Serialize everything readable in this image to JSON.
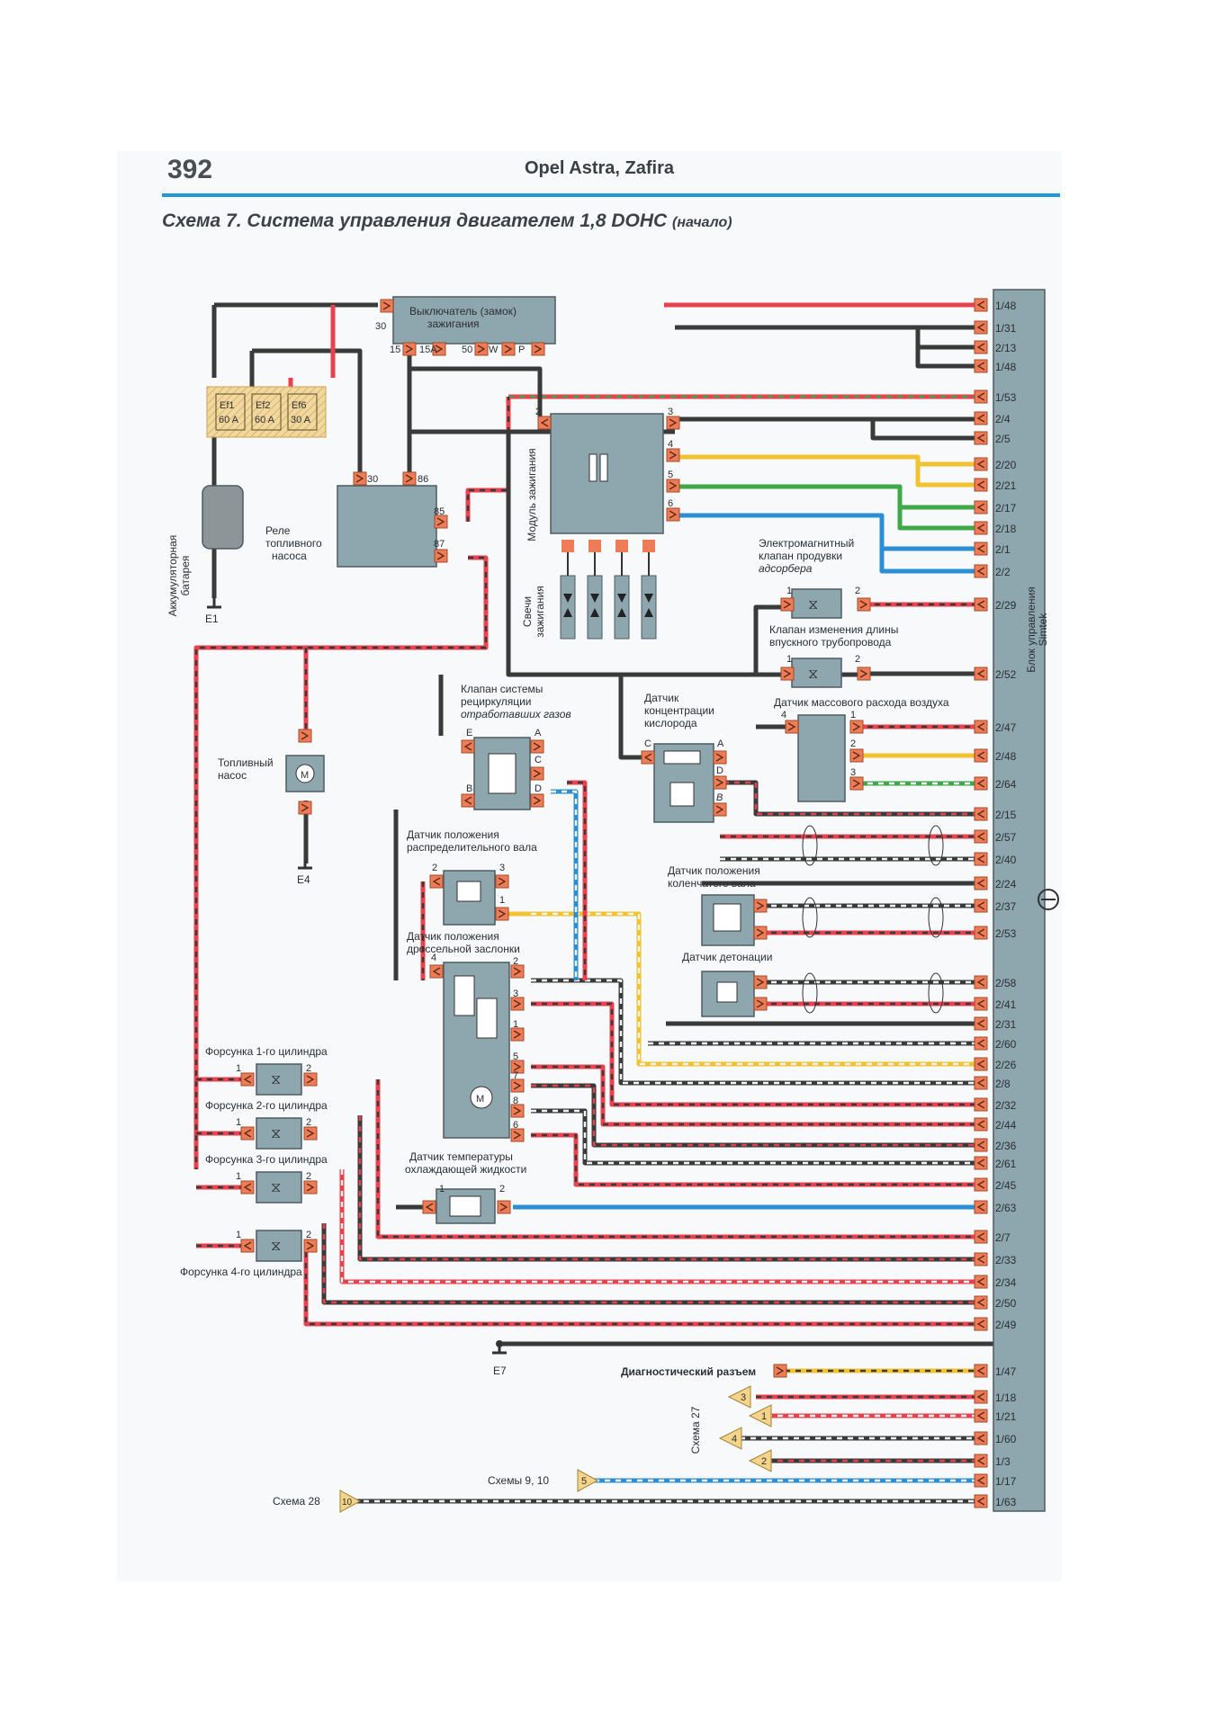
{
  "header": {
    "page_number": "392",
    "book_title": "Opel Astra, Zafira",
    "diagram_title": "Схема 7. Система управления двигателем 1,8 DOHC",
    "diagram_title_suffix": "(начало)"
  },
  "ecu": {
    "label_line1": "Блок управления",
    "label_line2": "Simtek",
    "pins": [
      "1/48",
      "1/31",
      "2/13",
      "1/48",
      "1/53",
      "2/4",
      "2/5",
      "2/20",
      "2/21",
      "2/17",
      "2/18",
      "2/1",
      "2/2",
      "2/29",
      "2/52",
      "2/47",
      "2/48",
      "2/64",
      "2/15",
      "2/57",
      "2/40",
      "2/24",
      "2/37",
      "2/53",
      "2/58",
      "2/41",
      "2/31",
      "2/60",
      "2/26",
      "2/8",
      "2/32",
      "2/44",
      "2/36",
      "2/61",
      "2/45",
      "2/63",
      "2/7",
      "2/33",
      "2/34",
      "2/50",
      "2/49",
      "1/47",
      "1/18",
      "1/21",
      "1/60",
      "1/3",
      "1/17",
      "1/63"
    ]
  },
  "components": {
    "ignition_switch": {
      "line1": "Выключатель (замок)",
      "line2": "зажигания",
      "pin_30": "30",
      "pins": [
        "15",
        "15A",
        "50",
        "W",
        "P"
      ]
    },
    "fuses": [
      {
        "id": "Ef1",
        "rating": "60 A"
      },
      {
        "id": "Ef2",
        "rating": "60 A"
      },
      {
        "id": "Ef6",
        "rating": "30 A"
      }
    ],
    "battery": {
      "line1": "Аккумуляторная",
      "line2": "батарея",
      "ground": "E1"
    },
    "fuel_pump_relay": {
      "line1": "Реле",
      "line2": "топливного",
      "line3": "насоса",
      "pins": [
        "30",
        "86",
        "85",
        "87"
      ]
    },
    "ignition_module": {
      "label": "Модуль зажигания",
      "pins": [
        "2",
        "3",
        "4",
        "5",
        "6"
      ]
    },
    "spark_plugs": {
      "line1": "Свечи",
      "line2": "зажигания"
    },
    "fuel_pump": {
      "line1": "Топливный",
      "line2": "насос",
      "ground": "E4"
    },
    "canister_valve": {
      "line1": "Электромагнитный",
      "line2": "клапан продувки",
      "line3": "адсорбера",
      "pins": [
        "1",
        "2"
      ]
    },
    "intake_valve": {
      "line1": "Клапан изменения длины",
      "line2": "впускного трубопровода",
      "pins": [
        "1",
        "2"
      ]
    },
    "maf_sensor": {
      "label": "Датчик массового расхода воздуха",
      "pins": [
        "4",
        "1",
        "2",
        "3"
      ]
    },
    "egr_valve": {
      "line1": "Клапан системы",
      "line2": "рециркуляции",
      "line3": "отработавших газов",
      "pins": [
        "E",
        "A",
        "C",
        "B",
        "D"
      ]
    },
    "oxygen_sensor": {
      "line1": "Датчик",
      "line2": "концентрации",
      "line3": "кислорода",
      "pins": [
        "C",
        "A",
        "D",
        "B"
      ]
    },
    "cam_sensor": {
      "line1": "Датчик положения",
      "line2": "распределительного вала",
      "pins": [
        "2",
        "3",
        "1"
      ]
    },
    "crank_sensor": {
      "line1": "Датчик положения",
      "line2": "коленчатого вала"
    },
    "throttle_sensor": {
      "line1": "Датчик положения",
      "line2": "дроссельной заслонки",
      "pins": [
        "4",
        "2",
        "3",
        "1",
        "5",
        "7",
        "8",
        "6"
      ]
    },
    "knock_sensor": {
      "label": "Датчик детонации"
    },
    "coolant_sensor": {
      "line1": "Датчик температуры",
      "line2": "охлаждающей жидкости",
      "pins": [
        "1",
        "2"
      ]
    },
    "injectors": [
      {
        "label": "Форсунка 1-го цилиндра",
        "pins": [
          "1",
          "2"
        ]
      },
      {
        "label": "Форсунка 2-го цилиндра",
        "pins": [
          "1",
          "2"
        ]
      },
      {
        "label": "Форсунка 3-го цилиндра",
        "pins": [
          "1",
          "2"
        ]
      },
      {
        "label": "Форсунка 4-го цилиндра",
        "pins": [
          "1",
          "2"
        ]
      }
    ],
    "ground_e7": "E7",
    "diagnostic_connector": "Диагностический разъем",
    "scheme27": {
      "label": "Схема 27",
      "pins": [
        "3",
        "1",
        "4",
        "2"
      ]
    },
    "scheme9_10": {
      "label": "Схемы  9, 10",
      "pin": "5"
    },
    "scheme28": {
      "label": "Схема  28",
      "pin": "10"
    }
  },
  "colors": {
    "red": "#e8424e",
    "black": "#3a3a3a",
    "yellow": "#f2c230",
    "green": "#3fa94a",
    "blue": "#2c8fd6",
    "white": "#f5f5f5",
    "connector": "#ee7c56",
    "component": "#8ea6ae",
    "accent_line": "#1f9ad6"
  }
}
